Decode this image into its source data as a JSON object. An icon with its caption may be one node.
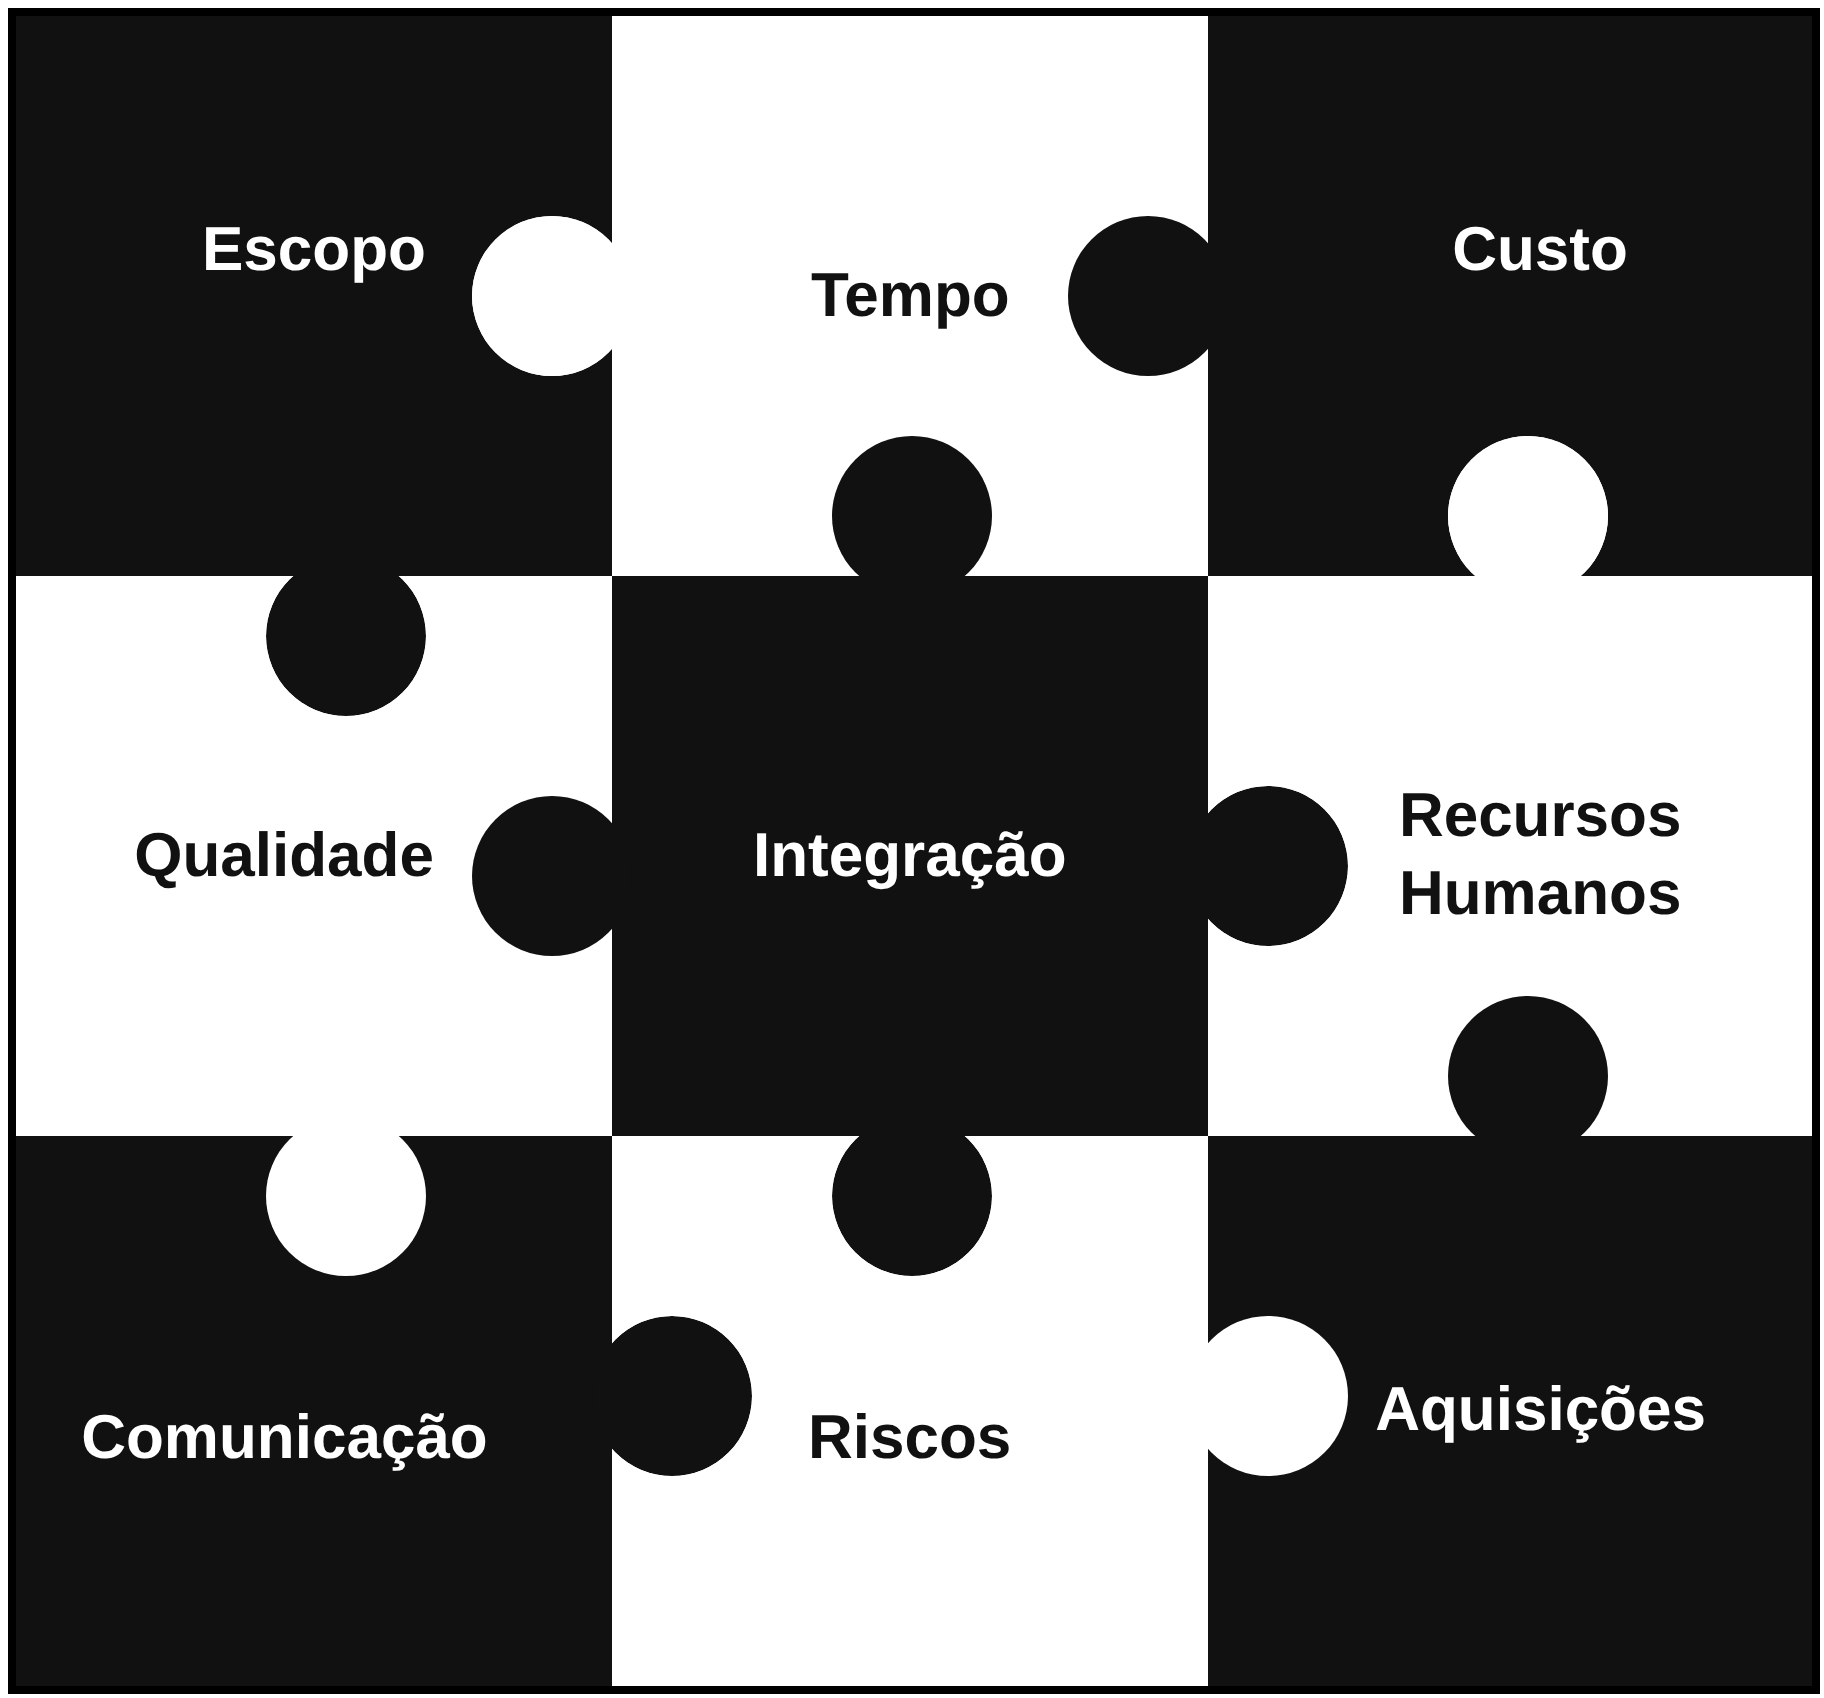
{
  "diagram": {
    "nodes": [
      {
        "text": [
          "Escopo"
        ]
      },
      {
        "text": [
          "Tempo"
        ]
      },
      {
        "text": [
          "Custo"
        ]
      },
      {
        "text": [
          "Qualidade"
        ]
      },
      {
        "text": [
          "Integração"
        ]
      },
      {
        "text": [
          "Recursos Humanos"
        ]
      },
      {
        "text": [
          "Comunicação"
        ]
      },
      {
        "text": [
          "Riscos"
        ]
      },
      {
        "text": [
          "Aquisições"
        ]
      }
    ]
  }
}
